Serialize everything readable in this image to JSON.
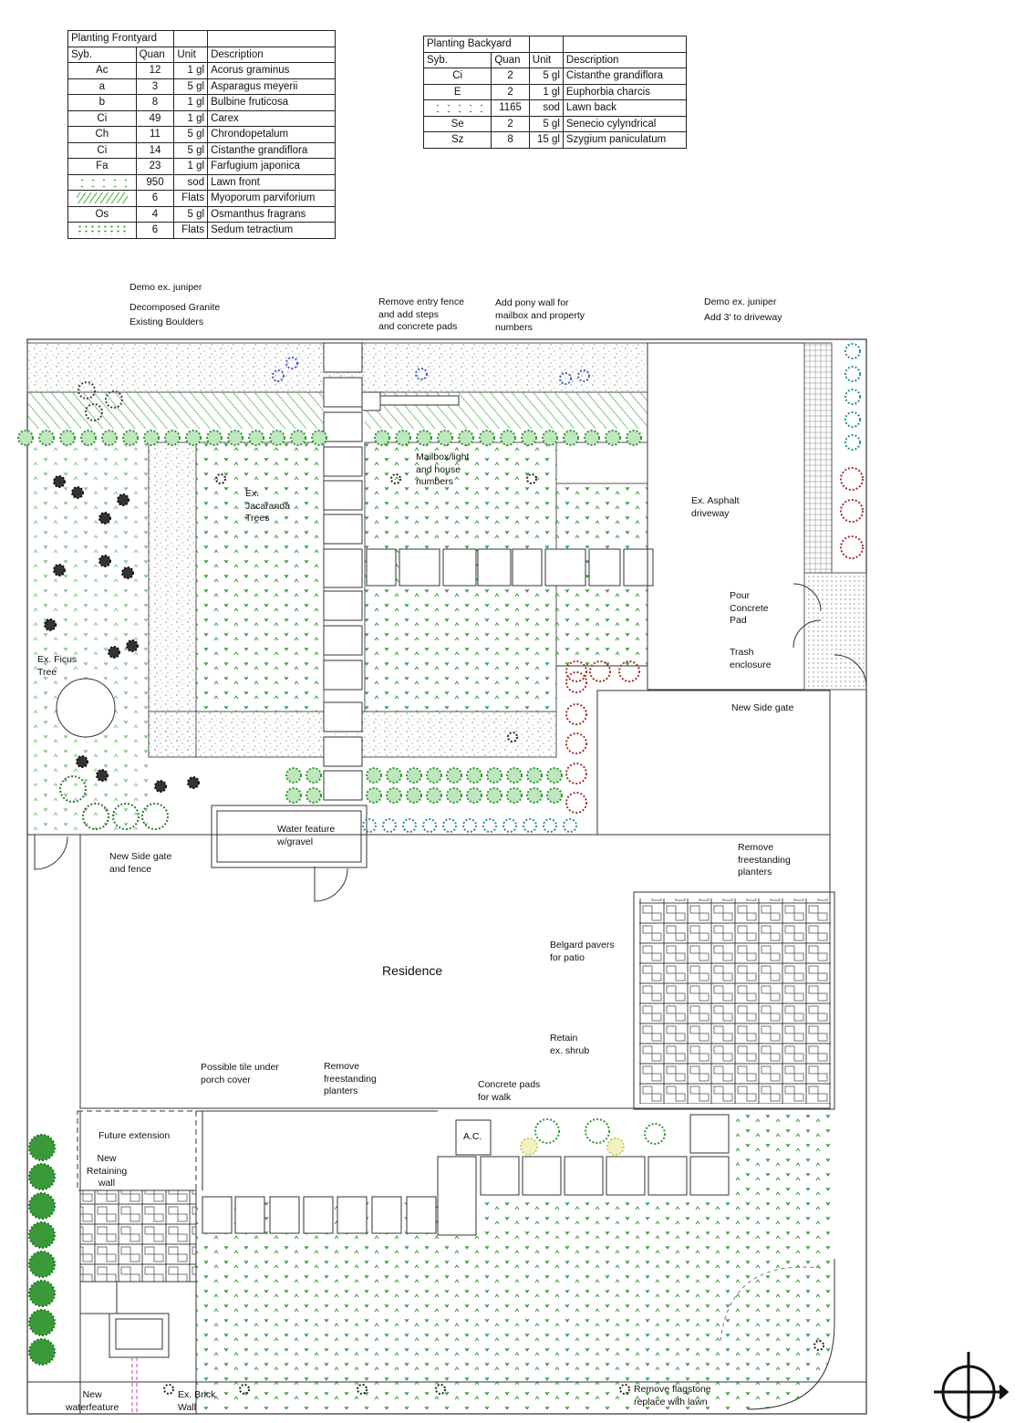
{
  "frontyard_table": {
    "title": "Planting Frontyard",
    "headers": [
      "Syb.",
      "Quan",
      "Unit",
      "Description"
    ],
    "rows": [
      {
        "sym": "Ac",
        "quan": "12",
        "unit": "1 gl",
        "desc": "Acorus graminus"
      },
      {
        "sym": "a",
        "quan": "3",
        "unit": "5 gl",
        "desc": "Asparagus meyerii"
      },
      {
        "sym": "b",
        "quan": "8",
        "unit": "1 gl",
        "desc": "Bulbine fruticosa"
      },
      {
        "sym": "Ci",
        "quan": "49",
        "unit": "1 gl",
        "desc": "Carex"
      },
      {
        "sym": "Ch",
        "quan": "11",
        "unit": "5 gl",
        "desc": "Chrondopetalum"
      },
      {
        "sym": "Ci",
        "quan": "14",
        "unit": "5 gl",
        "desc": "Cistanthe grandiflora"
      },
      {
        "sym": "Fa",
        "quan": "23",
        "unit": "1 gl",
        "desc": "Farfugium japonica"
      },
      {
        "sym": "",
        "quan": "950",
        "unit": "sod",
        "desc": "Lawn front"
      },
      {
        "sym": "",
        "quan": "6",
        "unit": "Flats",
        "desc": "Myoporum parviforium"
      },
      {
        "sym": "Os",
        "quan": "4",
        "unit": "5 gl",
        "desc": "Osmanthus fragrans"
      },
      {
        "sym": "",
        "quan": "6",
        "unit": "Flats",
        "desc": "Sedum tetractium"
      }
    ]
  },
  "backyard_table": {
    "title": "Planting Backyard",
    "headers": [
      "Syb.",
      "Quan",
      "Unit",
      "Description"
    ],
    "rows": [
      {
        "sym": "Ci",
        "quan": "2",
        "unit": "5 gl",
        "desc": "Cistanthe grandiflora"
      },
      {
        "sym": "E",
        "quan": "2",
        "unit": "1 gl",
        "desc": "Euphorbia charcis"
      },
      {
        "sym": "",
        "quan": "1165",
        "unit": "sod",
        "desc": "Lawn back"
      },
      {
        "sym": "Se",
        "quan": "2",
        "unit": "5 gl",
        "desc": "Senecio cylyndrical"
      },
      {
        "sym": "Sz",
        "quan": "8",
        "unit": "15 gl",
        "desc": "Szygium paniculatum"
      }
    ]
  },
  "labels": {
    "demo_juniper_left": "Demo ex. juniper",
    "decomposed_granite": "Decomposed Granite",
    "existing_boulders": "Existing Boulders",
    "remove_entry_fence": "Remove entry fence\nand add steps\nand concrete pads",
    "pony_wall": "Add pony wall for\nmailbox and property\nnumbers",
    "demo_juniper_right": "Demo ex. juniper",
    "add_driveway": "Add 3' to driveway",
    "mailbox": "Mailbox/light\nand house\nnumbers",
    "jacaranda": "Ex.\nJacaranda\nTrees",
    "asphalt": "Ex. Asphalt\ndriveway",
    "concrete_pad": "Pour\nConcrete\nPad",
    "trash": "Trash\nenclosure",
    "side_gate_right": "New Side gate",
    "ficus": "Ex. Ficus\nTree",
    "water_feature": "Water feature\nw/gravel",
    "side_gate_left": "New Side gate\nand fence",
    "remove_planters_right": "Remove\nfreestanding\nplanters",
    "belgard": "Belgard pavers\nfor patio",
    "residence": "Residence",
    "retain_shrub": "Retain\nex. shrub",
    "concrete_pads_walk": "Concrete pads\nfor walk",
    "tile_porch": "Possible tile under\nporch cover",
    "remove_planters_back": "Remove\nfreestanding\nplanters",
    "future_extension": "Future extension",
    "retaining_wall": "New\nRetaining\nwall",
    "ac": "A.C.",
    "new_waterfeature": "New\nwaterfeature",
    "brick_wall": "Ex. Brick\nWall",
    "remove_flagstone": "Remove flagstone\nreplace with lawn"
  },
  "colors": {
    "plant_green": "#2e9a2e",
    "gravel": "#999999",
    "accent_red": "#a0302a",
    "teal": "#2a8f95",
    "blue": "#3a5fcf"
  }
}
